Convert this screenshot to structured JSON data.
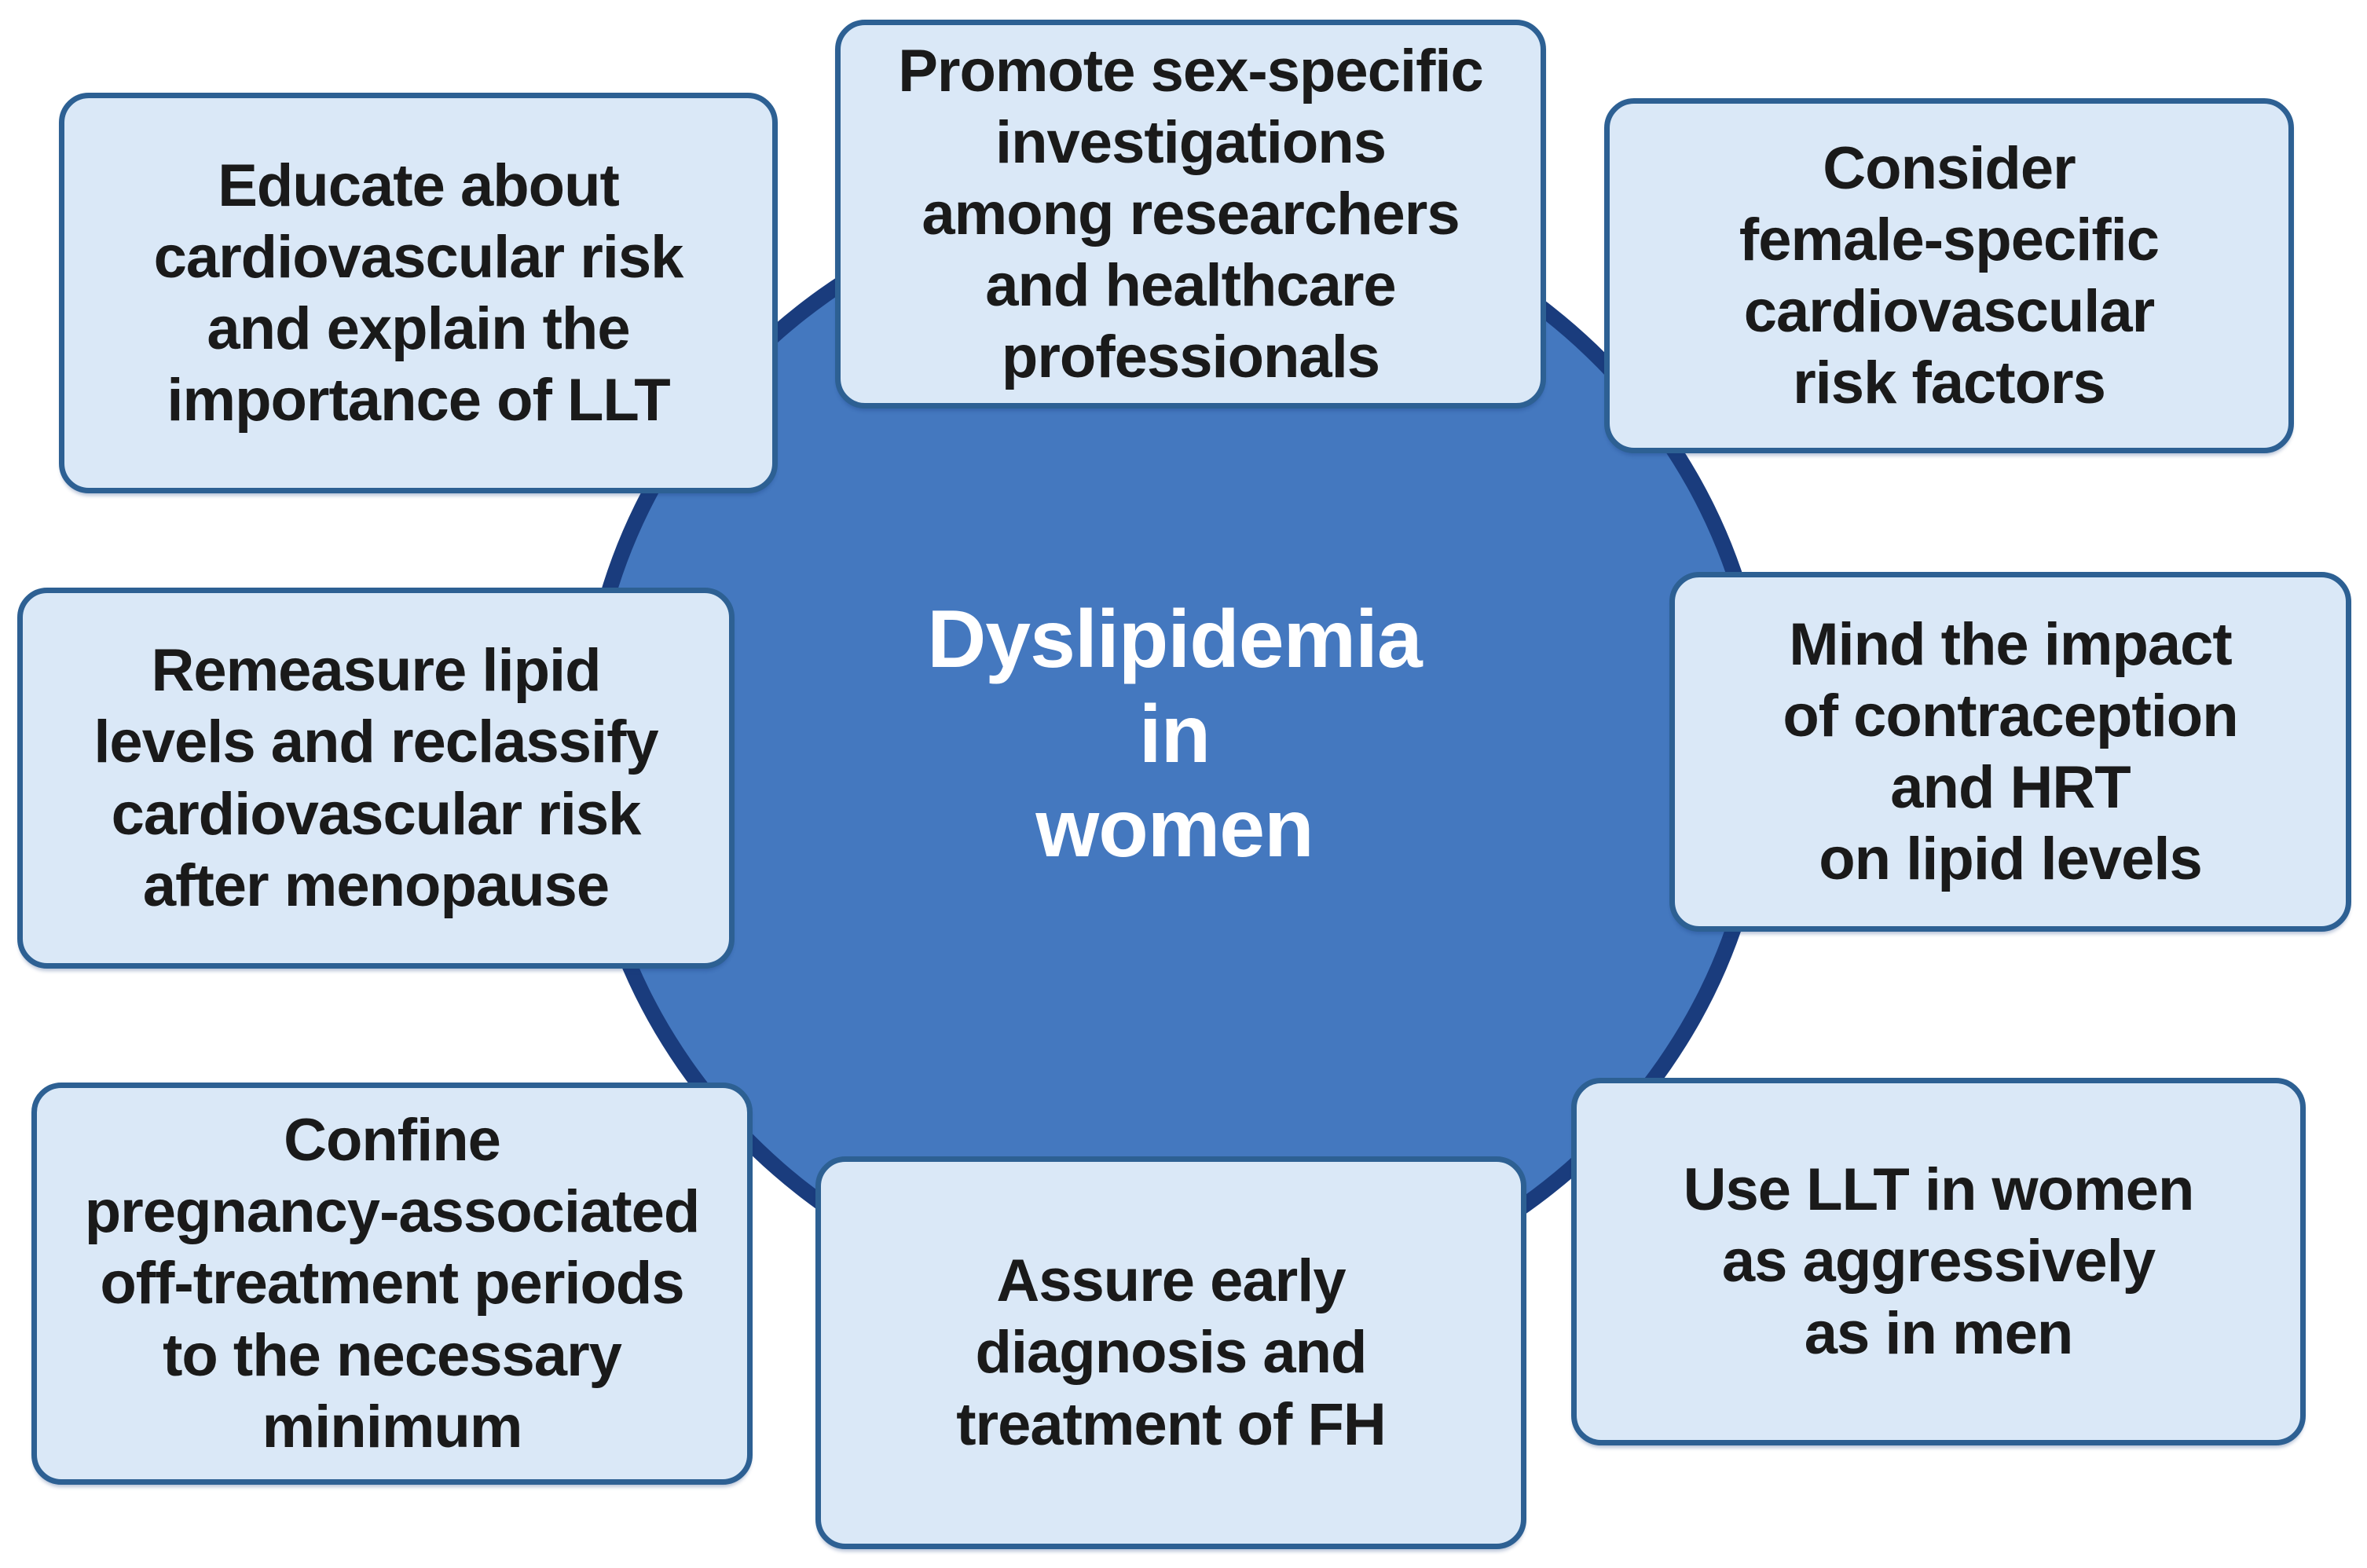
{
  "figure": {
    "center": {
      "title": "Dyslipidemia\nin\nwomen"
    },
    "boxes": [
      {
        "id": "top-left",
        "text": "Educate about\ncardiovascular risk\nand explain the\nimportance of LLT"
      },
      {
        "id": "top-center",
        "text": "Promote sex-specific\ninvestigations\namong researchers\nand healthcare\nprofessionals"
      },
      {
        "id": "top-right",
        "text": "Consider\nfemale-specific\ncardiovascular\nrisk factors"
      },
      {
        "id": "left-middle",
        "text": "Remeasure lipid\nlevels and reclassify\ncardiovascular risk\nafter menopause"
      },
      {
        "id": "right-middle",
        "text": "Mind the impact\nof contraception\nand HRT\non lipid levels"
      },
      {
        "id": "bottom-left",
        "text": "Confine\npregnancy-associated\noff-treatment periods\nto the necessary\nminimum"
      },
      {
        "id": "bottom-center",
        "text": "Assure early\ndiagnosis and\ntreatment of FH"
      },
      {
        "id": "bottom-right",
        "text": "Use LLT in women\nas aggressively\nas in men"
      }
    ],
    "colors": {
      "background": "#ffffff",
      "circle_fill": "#4478bf",
      "circle_rim": "#1a3c7d",
      "box_fill": "#dae8f7",
      "box_border": "#2d6093",
      "box_text": "#1a1a1a",
      "title_text": "#ffffff"
    }
  }
}
